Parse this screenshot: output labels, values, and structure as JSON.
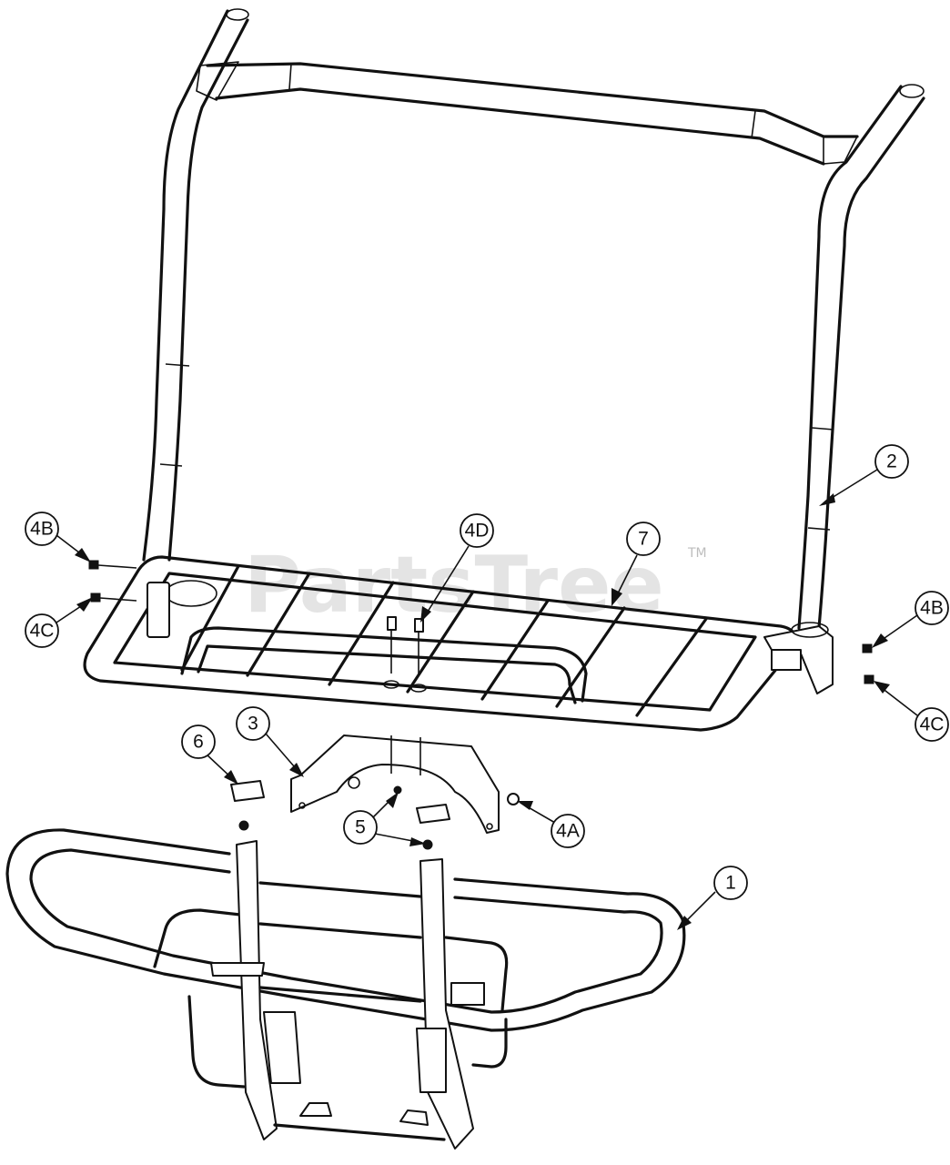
{
  "watermark": {
    "text": "PartsTree",
    "tm": "TM"
  },
  "callouts": [
    {
      "id": "c-2",
      "label": "2"
    },
    {
      "id": "c-7",
      "label": "7"
    },
    {
      "id": "c-4D",
      "label": "4D"
    },
    {
      "id": "c-4B-left",
      "label": "4B"
    },
    {
      "id": "c-4C-left",
      "label": "4C"
    },
    {
      "id": "c-4B-right",
      "label": "4B"
    },
    {
      "id": "c-4C-right",
      "label": "4C"
    },
    {
      "id": "c-6",
      "label": "6"
    },
    {
      "id": "c-3",
      "label": "3"
    },
    {
      "id": "c-5",
      "label": "5"
    },
    {
      "id": "c-4A",
      "label": "4A"
    },
    {
      "id": "c-1",
      "label": "1"
    }
  ]
}
